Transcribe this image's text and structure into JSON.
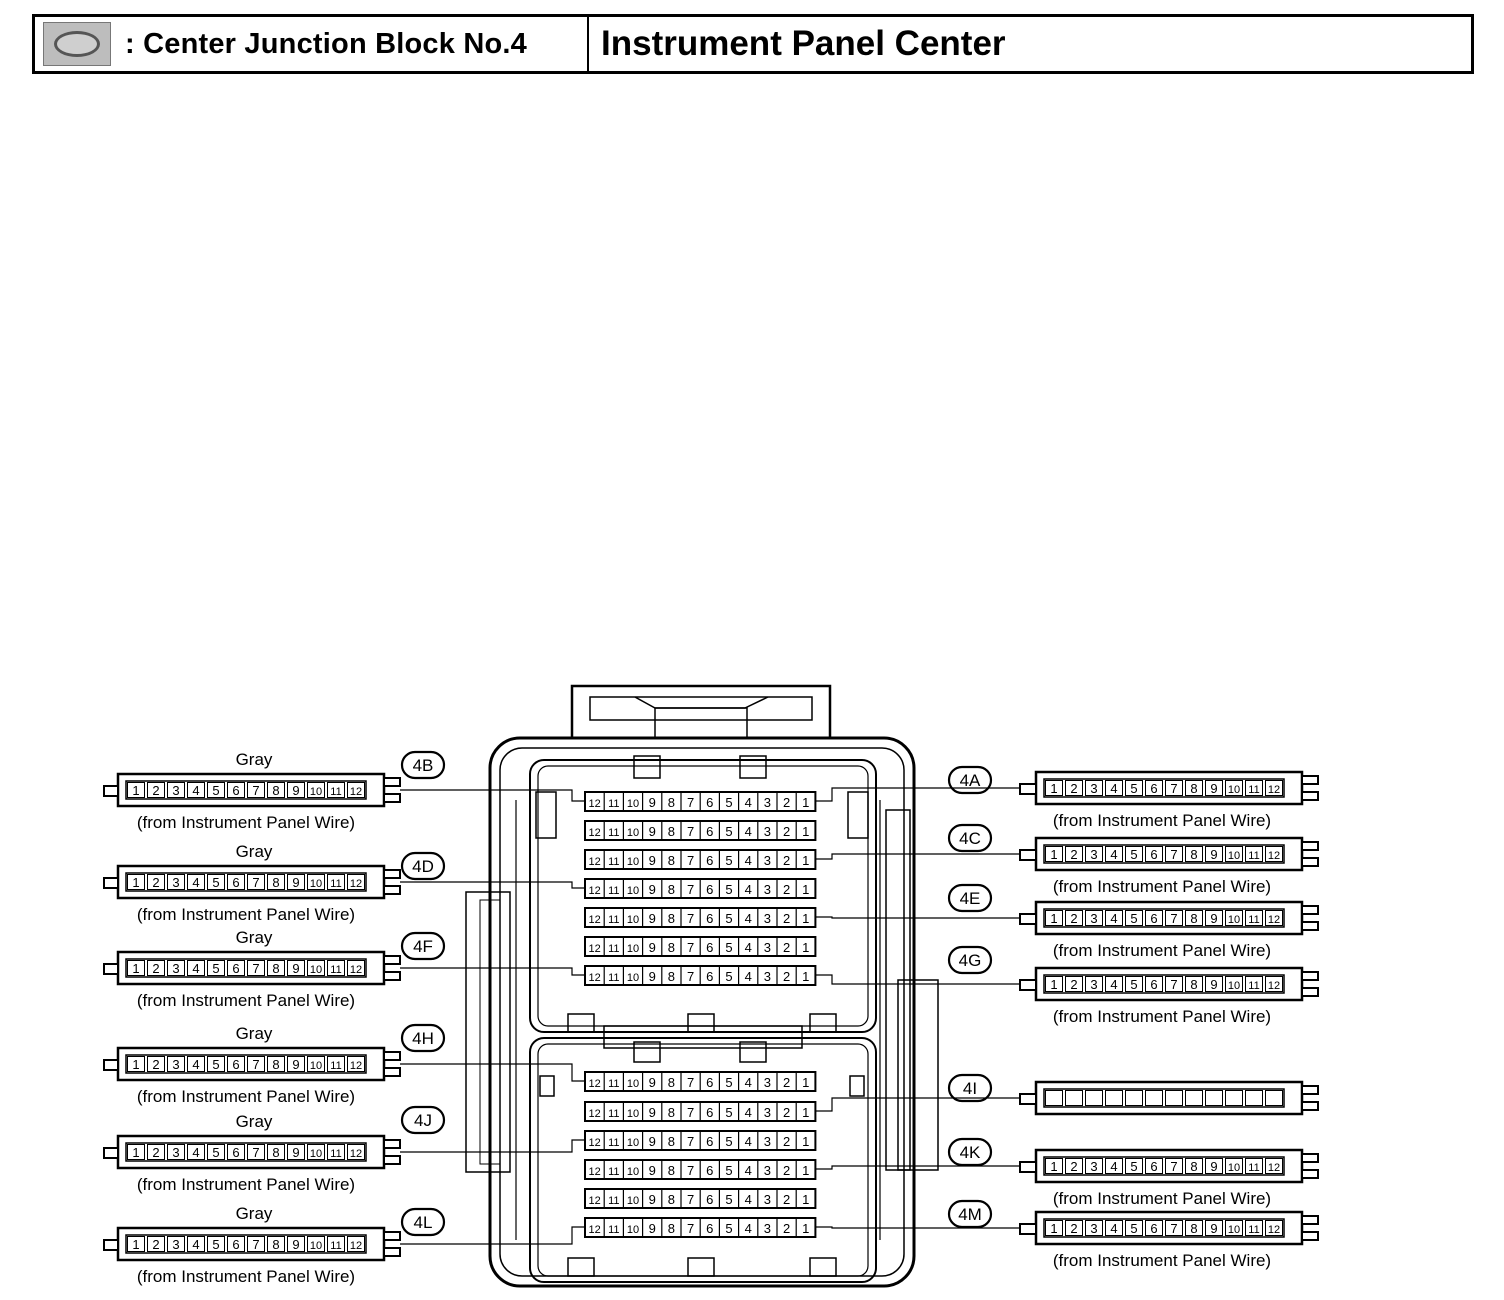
{
  "header": {
    "block_name": ": Center Junction Block No.4",
    "location": "Instrument Panel Center",
    "icon": "junction-block-location-icon"
  },
  "pin_labels": [
    "1",
    "2",
    "3",
    "4",
    "5",
    "6",
    "7",
    "8",
    "9",
    "10",
    "11",
    "12"
  ],
  "block_pin_labels": [
    "12",
    "11",
    "10",
    "9",
    "8",
    "7",
    "6",
    "5",
    "4",
    "3",
    "2",
    "1"
  ],
  "connectors": [
    {
      "id": "4A",
      "side": "right",
      "color": "",
      "wire": "(from Instrument Panel Wire)",
      "numbered": true
    },
    {
      "id": "4B",
      "side": "left",
      "color": "Gray",
      "wire": "(from Instrument Panel Wire)",
      "numbered": true
    },
    {
      "id": "4C",
      "side": "right",
      "color": "",
      "wire": "(from Instrument Panel Wire)",
      "numbered": true
    },
    {
      "id": "4D",
      "side": "left",
      "color": "Gray",
      "wire": "(from Instrument Panel Wire)",
      "numbered": true
    },
    {
      "id": "4E",
      "side": "right",
      "color": "",
      "wire": "(from Instrument Panel Wire)",
      "numbered": true
    },
    {
      "id": "4F",
      "side": "left",
      "color": "Gray",
      "wire": "(from Instrument Panel Wire)",
      "numbered": true
    },
    {
      "id": "4G",
      "side": "right",
      "color": "",
      "wire": "(from Instrument Panel Wire)",
      "numbered": true
    },
    {
      "id": "4H",
      "side": "left",
      "color": "Gray",
      "wire": "(from Instrument Panel Wire)",
      "numbered": true
    },
    {
      "id": "4I",
      "side": "right",
      "color": "",
      "wire": "",
      "numbered": false
    },
    {
      "id": "4J",
      "side": "left",
      "color": "Gray",
      "wire": "(from Instrument Panel Wire)",
      "numbered": true
    },
    {
      "id": "4K",
      "side": "right",
      "color": "",
      "wire": "(from Instrument Panel Wire)",
      "numbered": true
    },
    {
      "id": "4L",
      "side": "left",
      "color": "Gray",
      "wire": "(from Instrument Panel Wire)",
      "numbered": true
    },
    {
      "id": "4M",
      "side": "right",
      "color": "",
      "wire": "(from Instrument Panel Wire)",
      "numbered": true
    }
  ]
}
